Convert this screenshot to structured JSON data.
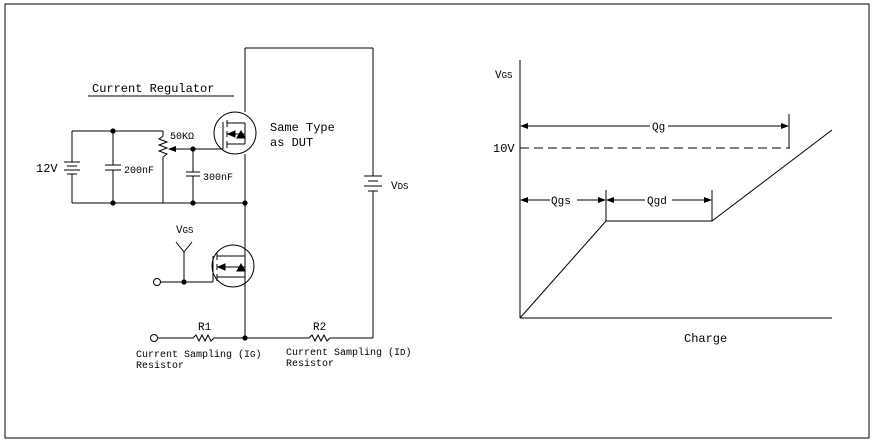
{
  "circuit": {
    "title": "Current Regulator",
    "battery_label": "12V",
    "cap1_label": "200nF",
    "pot_label": "50KΩ",
    "cap2_label": "300nF",
    "dut_label_line1": "Same Type",
    "dut_label_line2": "as DUT",
    "vds_supply_main": "V",
    "vds_supply_sub": "DS",
    "vgs_probe_main": "V",
    "vgs_probe_sub": "GS",
    "r1_label": "R1",
    "r2_label": "R2",
    "sampling1_line1_main": "Current Sampling (I",
    "sampling1_line1_sub": "G",
    "sampling1_line1_end": ")",
    "sampling1_line2": "Resistor",
    "sampling2_line1_main": "Current Sampling (I",
    "sampling2_line1_sub": "D",
    "sampling2_line1_end": ")",
    "sampling2_line2": "Resistor"
  },
  "waveform": {
    "y_axis_main": "V",
    "y_axis_sub": "GS",
    "x_axis_label": "Charge",
    "level_label": "10V",
    "qg_label": "Qg",
    "qgs_label": "Qgs",
    "qgd_label": "Qgd"
  }
}
